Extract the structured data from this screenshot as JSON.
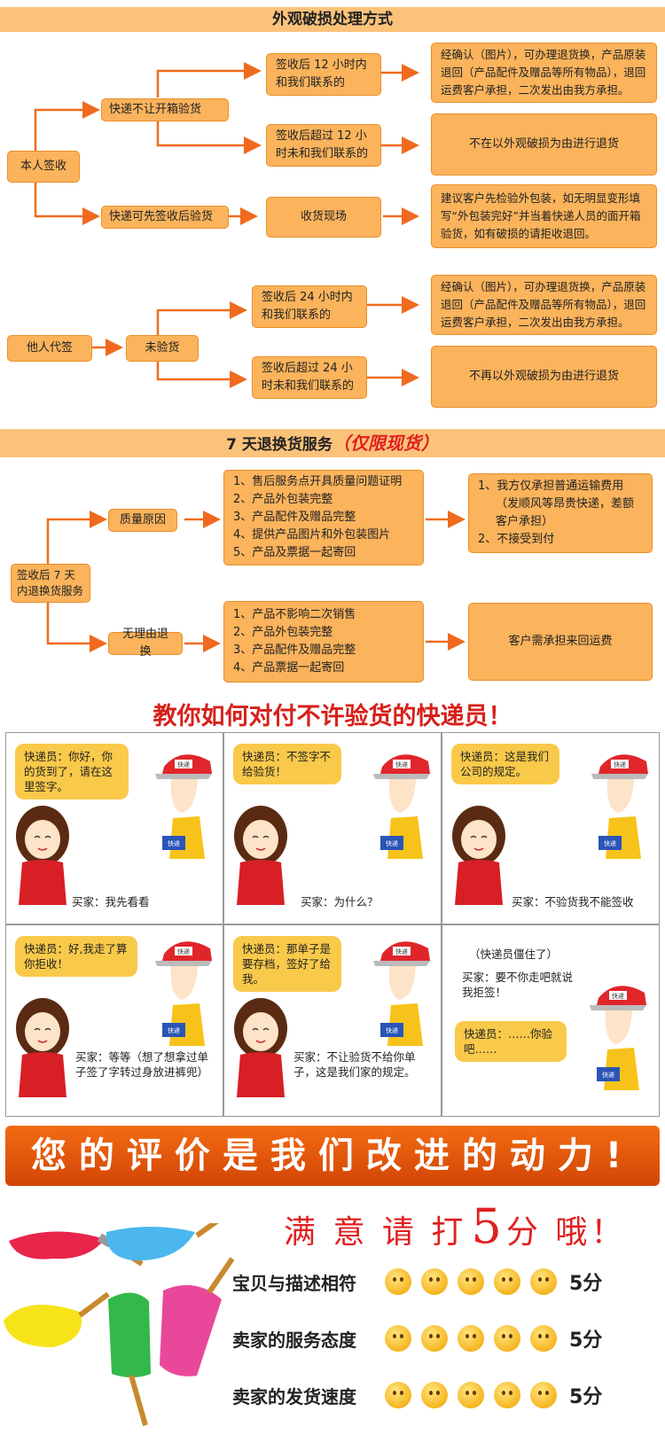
{
  "section1": {
    "title": "外观破损处理方式",
    "self_sign": "本人签收",
    "no_open": "快递不让开箱验货",
    "can_open": "快递可先签收后验货",
    "within12": "签收后 12 小时内和我们联系的",
    "over12": "签收后超过 12 小时未和我们联系的",
    "receive_scene": "收货现场",
    "result1": "经确认（图片），可办理退货换，产品原装退回（产品配件及赠品等所有物品），退回运费客户承担，二次发出由我方承担。",
    "result2": "不在以外观破损为由进行退货",
    "result3": "建议客户先检验外包装，如无明显变形填写“外包装完好”并当着快递人员的面开箱验货，如有破损的请拒收退回。",
    "other_sign": "他人代签",
    "not_checked": "未验货",
    "within24": "签收后 24 小时内和我们联系的",
    "over24": "签收后超过 24 小时未和我们联系的",
    "result4": "经确认（图片），可办理退货换，产品原装退回（产品配件及赠品等所有物品），退回运费客户承担，二次发出由我方承担。",
    "result5": "不再以外观破损为由进行退货"
  },
  "section2": {
    "title": "7 天退换货服务",
    "title_note": "（仅限现货）",
    "start": "签收后 7 天内退换货服务",
    "quality": "质量原因",
    "no_reason": "无理由退换",
    "quality_items": [
      "1、售后服务点开具质量问题证明",
      "2、产品外包装完整",
      "3、产品配件及赠品完整",
      "4、提供产品图片和外包装图片",
      "5、产品及票据一起寄回"
    ],
    "quality_result": [
      "1、我方仅承担普通运输费用",
      "（发顺风等昂贵快递，差额客户承担）",
      "2、不接受到付"
    ],
    "noreason_items": [
      "1、产品不影响二次销售",
      "2、产品外包装完整",
      "3、产品配件及赠品完整",
      "4、产品票据一起寄回"
    ],
    "noreason_result": "客户需承担来回运费"
  },
  "comic": {
    "title": "教你如何对付不许验货的快递员！",
    "hat_text": "快递",
    "sign_text": "快递",
    "panels": [
      {
        "bubble": "快递员：你好，你的货到了，请在这里签字。",
        "caption": "买家：我先看看"
      },
      {
        "bubble": "快递员：不签字不给验货！",
        "caption": "买家：为什么？"
      },
      {
        "bubble": "快递员：这是我们公司的规定。",
        "caption": "买家：不验货我不能签收"
      },
      {
        "bubble": "快递员：好,我走了算你拒收！",
        "caption": "买家：等等（想了想拿过单子签了字转过身放进裤兜）"
      },
      {
        "bubble": "快递员：那单子是要存档，签好了给我。",
        "caption": "买家：不让验货不给你单子，这是我们家的规定。"
      },
      {
        "top": "（快递员僵住了）",
        "mid": "买家：要不你走吧就说我拒签！",
        "bubble": "快递员：……你验吧……"
      }
    ]
  },
  "banner": "您的评价是我们改进的动力!",
  "rating": {
    "headline_a": "满 意 请 打",
    "headline_num": "5",
    "headline_b": "分 哦！",
    "rows": [
      {
        "label": "宝贝与描述相符",
        "score": "5分"
      },
      {
        "label": "卖家的服务态度",
        "score": "5分"
      },
      {
        "label": "卖家的发货速度",
        "score": "5分"
      }
    ]
  },
  "colors": {
    "accent": "#f06a1e",
    "box": "#fbb35c",
    "band": "#fbc37a",
    "red": "#e02020"
  }
}
